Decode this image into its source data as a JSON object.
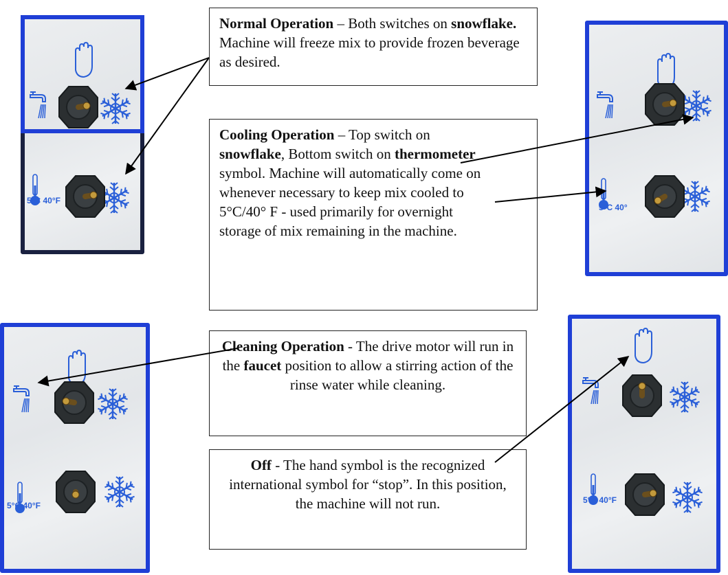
{
  "colors": {
    "panel_border": "#1f3fd6",
    "panel_border_dark": "#1a2140",
    "symbol_blue": "#2a5fd8",
    "switch_body": "#2b2f31"
  },
  "panels": [
    {
      "id": "normal",
      "temp_label": "5°C 40°F"
    },
    {
      "id": "cooling",
      "temp_label": "5°C 40°"
    },
    {
      "id": "cleaning",
      "temp_label": "5°C 40°F"
    },
    {
      "id": "off",
      "temp_label": "5°C 40°F"
    }
  ],
  "callouts": {
    "normal": {
      "title": "Normal Operation",
      "sep": " – Both switches on ",
      "bold1": "snowflake.",
      "rest": " Machine will freeze mix to provide frozen beverage as desired."
    },
    "cooling": {
      "title": "Cooling Operation",
      "sep": " – Top switch on ",
      "bold1": "snowflake",
      "mid": ", Bottom switch on ",
      "bold2": "thermometer",
      "rest": " symbol. Machine will automatically come on whenever necessary to keep mix cooled to 5°C/40° F - used primarily for overnight storage of mix remaining in the machine."
    },
    "cleaning": {
      "title": "Cleaning Operation",
      "sep": " - The drive motor will run in the ",
      "bold1": "faucet",
      "rest": " position to allow a stirring action of the rinse water while cleaning."
    },
    "off": {
      "title": "Off",
      "rest": " - The hand symbol is the recognized international symbol for “stop”.  In this position, the machine will not run."
    }
  }
}
